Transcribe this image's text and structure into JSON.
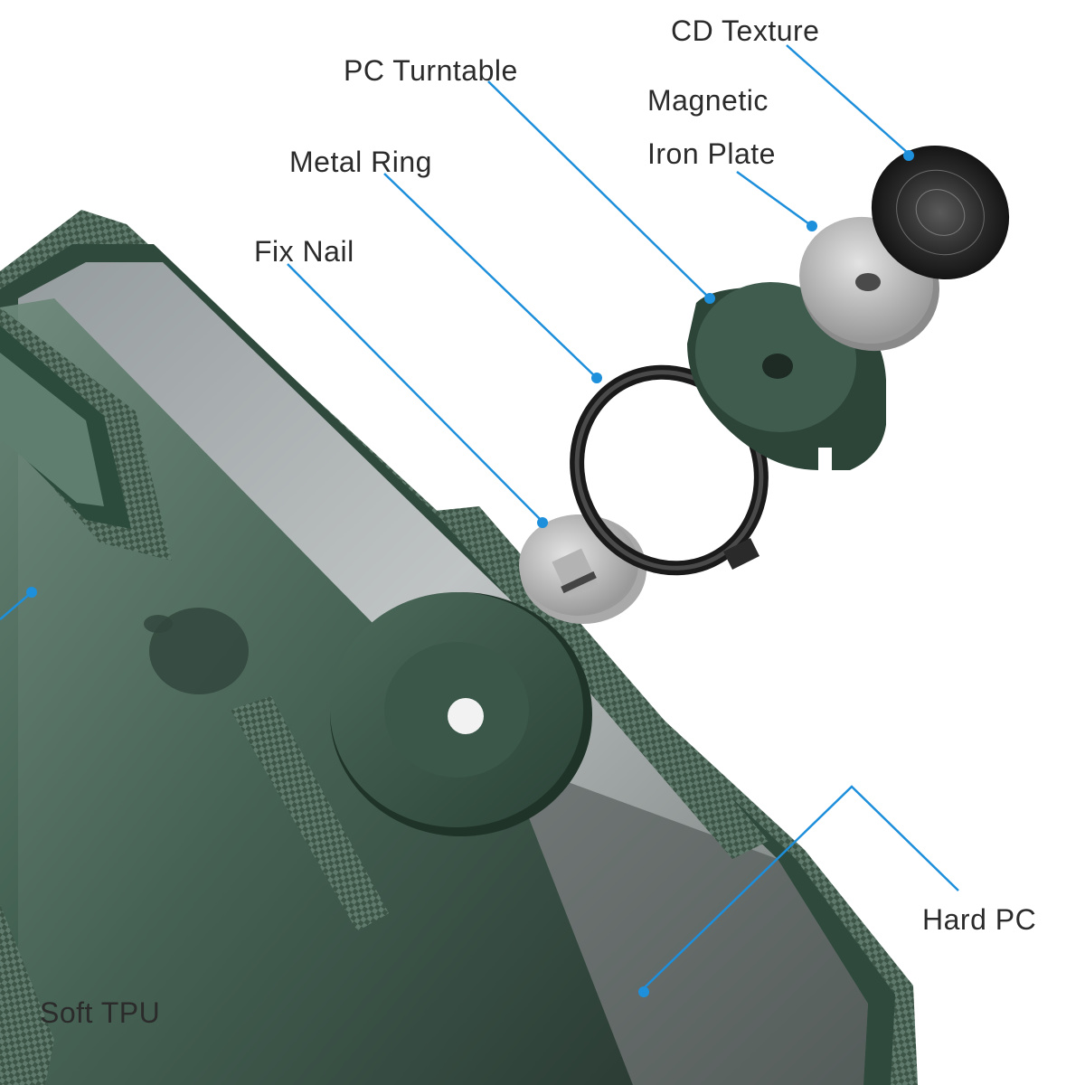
{
  "labels": {
    "cd_texture": "CD Texture",
    "pc_turntable": "PC Turntable",
    "magnetic_line1": "Magnetic",
    "magnetic_line2": "Iron Plate",
    "metal_ring": "Metal Ring",
    "fix_nail": "Fix Nail",
    "hard_pc": "Hard PC",
    "soft_tpu": "Soft TPU"
  },
  "colors": {
    "background": "#ffffff",
    "callout_line": "#1d8fdb",
    "case_green": "#3f5a4c",
    "label_text": "#2b2b2b"
  }
}
